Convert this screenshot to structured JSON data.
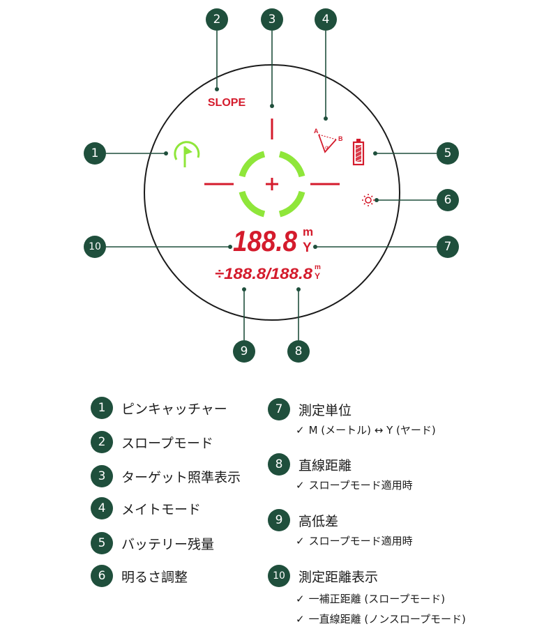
{
  "colors": {
    "badge": "#1f4f3c",
    "red": "#d41b2c",
    "green": "#8fe63a",
    "ring": "#1a1a1a"
  },
  "display": {
    "slope": "SLOPE",
    "main_value": "188.8",
    "main_unit_m": "m",
    "main_unit_y": "Y",
    "sub_value": "÷188.8/188.8",
    "sub_unit_m": "m",
    "sub_unit_y": "Y",
    "mate_a": "A",
    "mate_b": "B",
    "mate_alpha": "α"
  },
  "callouts": [
    "1",
    "2",
    "3",
    "4",
    "5",
    "6",
    "7",
    "8",
    "9",
    "10"
  ],
  "legend": [
    {
      "num": "1",
      "label": "ピンキャッチャー"
    },
    {
      "num": "2",
      "label": "スロープモード"
    },
    {
      "num": "3",
      "label": "ターゲット照準表示"
    },
    {
      "num": "4",
      "label": "メイトモード"
    },
    {
      "num": "5",
      "label": "バッテリー残量"
    },
    {
      "num": "6",
      "label": "明るさ調整"
    },
    {
      "num": "7",
      "label": "測定単位",
      "subs": [
        "M (メートル) ↔ Y (ヤード)"
      ]
    },
    {
      "num": "8",
      "label": "直線距離",
      "subs": [
        "スロープモード適用時"
      ]
    },
    {
      "num": "9",
      "label": "高低差",
      "subs": [
        "スロープモード適用時"
      ]
    },
    {
      "num": "10",
      "label": "測定距離表示",
      "subs": [
        "一補正距離 (スロープモード)",
        "一直線距離 (ノンスロープモード)"
      ]
    }
  ],
  "check_glyph": "✓"
}
